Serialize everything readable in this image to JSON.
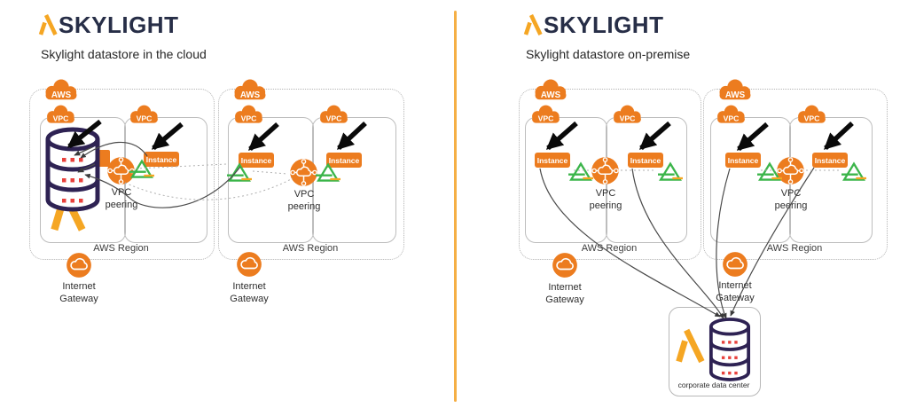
{
  "left_panel": {
    "logo_text": "SKYLIGHT",
    "subtitle": "Skylight datastore in the cloud"
  },
  "right_panel": {
    "logo_text": "SKYLIGHT",
    "subtitle": "Skylight datastore on-premise",
    "corporate_data_center_label": "corporate data center"
  },
  "labels": {
    "aws": "AWS",
    "vpc": "VPC",
    "instance": "Instance",
    "peering_line1": "VPC",
    "peering_line2": "peering",
    "aws_region": "AWS Region",
    "ig_line1": "Internet",
    "ig_line2": "Gateway"
  },
  "colors": {
    "aws_orange": "#ec7c1f",
    "skylight_orange": "#f5a623",
    "logo_navy": "#272e47",
    "datastore_purple": "#2e2253",
    "datastore_dots_red": "#e8413c",
    "triangle_green": "#3bb54a",
    "divider_orange": "#f5af45"
  }
}
